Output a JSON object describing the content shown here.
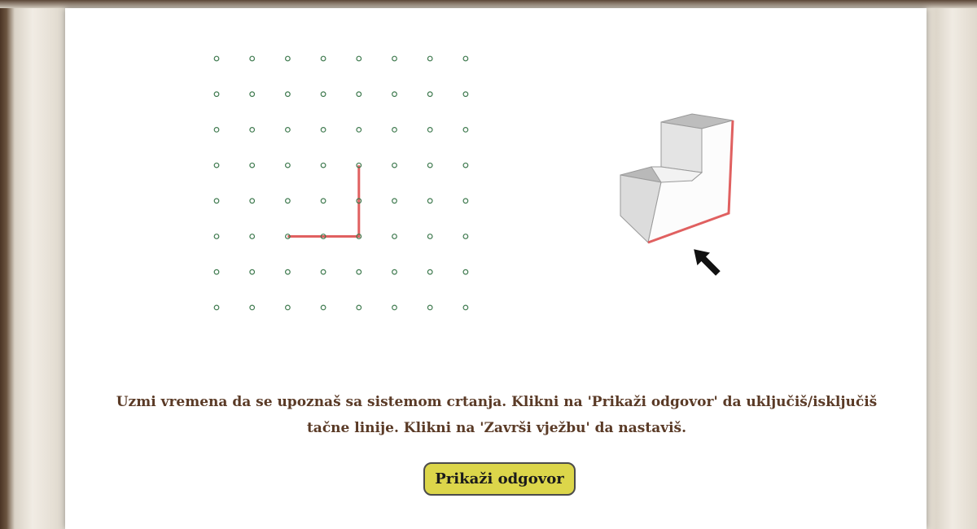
{
  "instructions": {
    "line1": "Uzmi vremena da se upoznaš sa sistemom crtanja. Klikni na 'Prikaži odgovor' da uključiš/isključiš",
    "line2": "tačne linije. Klikni na 'Završi vježbu' da nastaviš."
  },
  "answer_button": {
    "label": "Prikaži odgovor"
  },
  "grid": {
    "columns": 8,
    "rows": 8,
    "dot_color": "#3f7a4f",
    "line_color": "#e06060",
    "drawn_path": [
      [
        4,
        3
      ],
      [
        4,
        5
      ],
      [
        2,
        5
      ]
    ]
  },
  "colors": {
    "paper": "#ffffff",
    "text": "#5a3a26",
    "button_fill": "#dcd64a",
    "highlight_edge": "#e06060"
  },
  "cube_view": {
    "arrow_icon": "arrow-up-left-icon"
  }
}
